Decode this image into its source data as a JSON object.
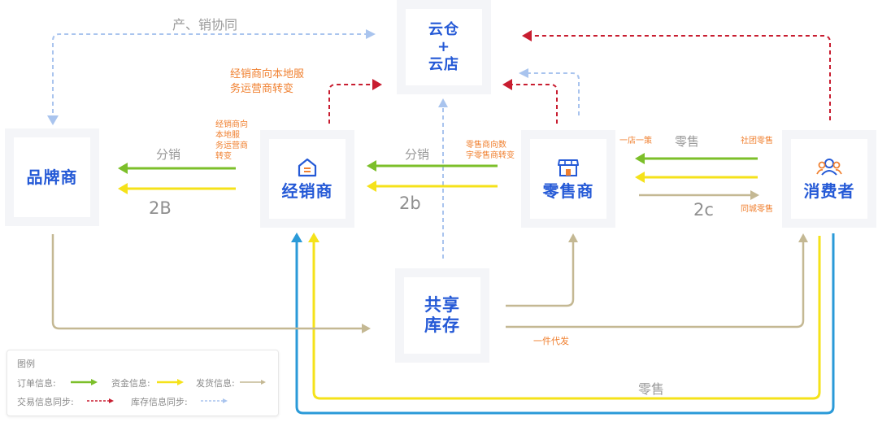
{
  "nodes": {
    "cloud": {
      "line1": "云仓",
      "line2": "+",
      "line3": "云店"
    },
    "brand": {
      "label": "品牌商"
    },
    "distributor": {
      "label": "经销商"
    },
    "retailer": {
      "label": "零售商"
    },
    "consumer": {
      "label": "消费者"
    },
    "shared": {
      "line1": "共享",
      "line2": "库存"
    }
  },
  "labels": {
    "prod_sales_sync": "产、销协同",
    "dist_transform_1": "经销商向本地服",
    "dist_transform_2": "务运营商转变",
    "dist_small_1": "经销商向",
    "dist_small_2": "本地服",
    "dist_small_3": "务运营商",
    "dist_small_4": "转变",
    "fenxiao_1": "分销",
    "fenxiao_2": "分销",
    "b2B": "2B",
    "b2b": "2b",
    "c2c": "2c",
    "retail_digital_1": "零售商向数",
    "retail_digital_2": "字零售商转变",
    "one_store": "一店一策",
    "retail_top": "零售",
    "community": "社团零售",
    "same_city": "同城零售",
    "dropship": "一件代发",
    "retail_bottom": "零售"
  },
  "legend": {
    "title": "图例",
    "order": "订单信息:",
    "fund": "资金信息:",
    "ship": "发货信息:",
    "trade_sync": "交易信息同步:",
    "stock_sync": "库存信息同步:"
  },
  "colors": {
    "node_text": "#2459d6",
    "order": "#7cbf2a",
    "fund": "#f5e21a",
    "ship": "#c4b893",
    "trade_sync": "#c81d30",
    "stock_sync": "#a9c4ee",
    "retail_blue": "#2a9ad8",
    "orange_text": "#f08030"
  }
}
